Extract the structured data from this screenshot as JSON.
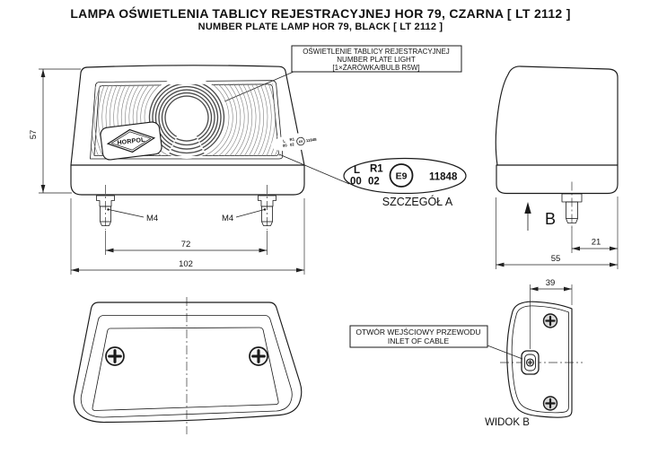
{
  "header": {
    "title_pl": "LAMPA OŚWIETLENIA TABLICY REJESTRACYJNEJ HOR 79, CZARNA [ LT 2112 ]",
    "title_en": "NUMBER PLATE LAMP HOR 79, BLACK [ LT 2112 ]"
  },
  "callout": {
    "line1": "OŚWIETLENIE TABLICY REJESTRACYJNEJ",
    "line2": "NUMBER PLATE LIGHT",
    "line3": "[1×ŻARÓWKA/BULB R5W]"
  },
  "front": {
    "dim_height": "57",
    "dim_stud_spacing": "72",
    "dim_width": "102",
    "stud_left_label": "M4",
    "stud_right_label": "M4",
    "logo": "HORPOL"
  },
  "side": {
    "view_label": "B",
    "dim_stud_offset": "21",
    "dim_depth": "55"
  },
  "detail": {
    "l": "L",
    "r1": "R1",
    "c00": "00",
    "c02": "02",
    "e_mark": "E9",
    "approval": "11848",
    "caption": "SZCZEGÓŁ A"
  },
  "back": {
    "dim_width": "39",
    "inlet_label_pl": "OTWÓR WEJŚCIOWY PRZEWODU",
    "inlet_label_en": "INLET OF CABLE",
    "caption": "WIDOK B"
  },
  "colors": {
    "line": "#1a1a1a",
    "background": "#ffffff"
  }
}
